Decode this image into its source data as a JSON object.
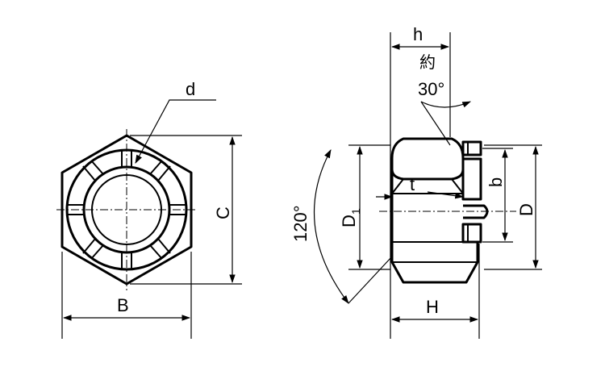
{
  "drawing": {
    "front_view": {
      "labels": {
        "d": "d",
        "B": "B",
        "C": "C"
      }
    },
    "side_view": {
      "labels": {
        "h": "h",
        "approx": "約",
        "angle_30": "30°",
        "angle_120": "120°",
        "t": "t",
        "b": "b",
        "D1_main": "D",
        "D1_sub": "1",
        "D": "D",
        "H": "H"
      }
    }
  }
}
